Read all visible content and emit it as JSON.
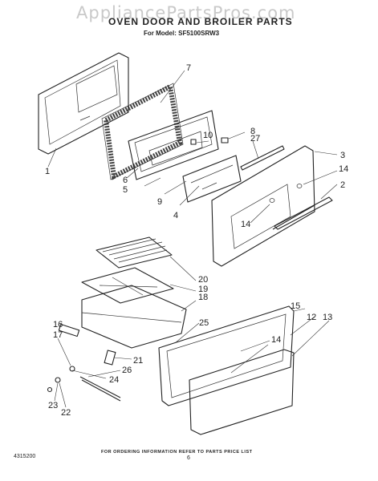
{
  "header": {
    "watermark": "AppliancePartsPros.com",
    "title": "OVEN DOOR AND BROILER PARTS",
    "model": "For Model: SF5100SRW3"
  },
  "callouts": [
    {
      "id": "c1",
      "label": "1"
    },
    {
      "id": "c2",
      "label": "2"
    },
    {
      "id": "c3",
      "label": "3"
    },
    {
      "id": "c4",
      "label": "4"
    },
    {
      "id": "c5",
      "label": "5"
    },
    {
      "id": "c6",
      "label": "6"
    },
    {
      "id": "c7",
      "label": "7"
    },
    {
      "id": "c8",
      "label": "8"
    },
    {
      "id": "c9",
      "label": "9"
    },
    {
      "id": "c10",
      "label": "10"
    },
    {
      "id": "c12",
      "label": "12"
    },
    {
      "id": "c13",
      "label": "13"
    },
    {
      "id": "c14a",
      "label": "14"
    },
    {
      "id": "c14b",
      "label": "14"
    },
    {
      "id": "c14c",
      "label": "14"
    },
    {
      "id": "c15",
      "label": "15"
    },
    {
      "id": "c16",
      "label": "16"
    },
    {
      "id": "c17",
      "label": "17"
    },
    {
      "id": "c18",
      "label": "18"
    },
    {
      "id": "c19",
      "label": "19"
    },
    {
      "id": "c20",
      "label": "20"
    },
    {
      "id": "c21",
      "label": "21"
    },
    {
      "id": "c22",
      "label": "22"
    },
    {
      "id": "c23",
      "label": "23"
    },
    {
      "id": "c24",
      "label": "24"
    },
    {
      "id": "c25",
      "label": "25"
    },
    {
      "id": "c26",
      "label": "26"
    },
    {
      "id": "c27",
      "label": "27"
    }
  ],
  "footer": {
    "note": "FOR ORDERING INFORMATION REFER TO PARTS PRICE LIST",
    "doc_number": "4315200",
    "page": "6"
  }
}
